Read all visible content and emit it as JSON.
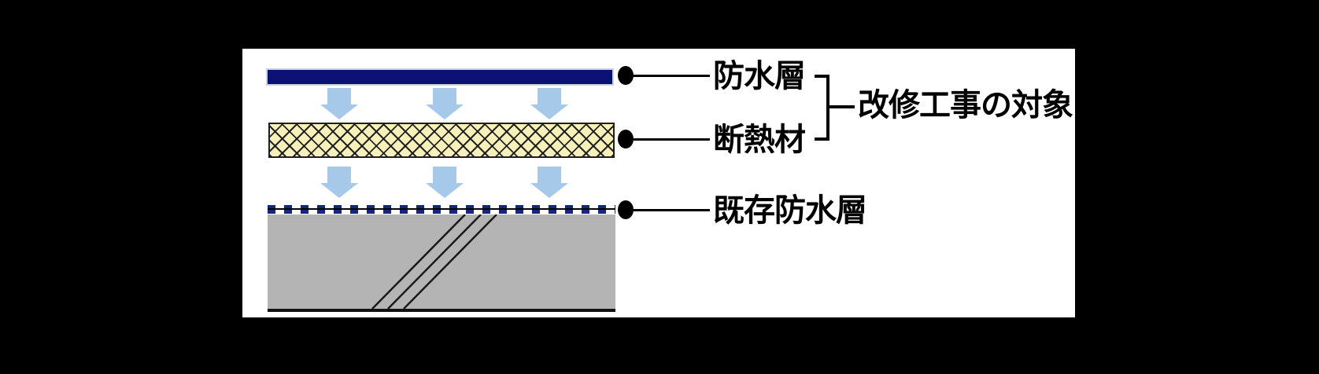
{
  "diagram": {
    "labels": {
      "waterproof_layer": "防水層",
      "insulation": "断熱材",
      "existing_waterproof_layer": "既存防水層",
      "renovation_scope": "改修工事の対象"
    },
    "colors": {
      "background": "#000000",
      "panel": "#ffffff",
      "waterproof_bar": "#0b1173",
      "arrow": "#a6c8e9",
      "insulation_fill": "#f8f0ba",
      "hatch_line": "#1f1f1f",
      "dash_square": "#13277d",
      "slab": "#b4b4b4",
      "ink": "#000000"
    }
  }
}
